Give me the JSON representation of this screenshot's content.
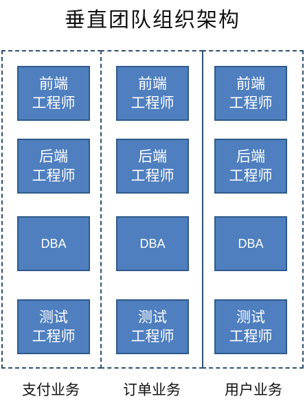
{
  "title": "垂直团队组织架构",
  "colors": {
    "box_fill": "#4f7fbf",
    "box_border": "#2f5a8a",
    "frame_border": "#2d4f73",
    "text": "#111111"
  },
  "teams": [
    {
      "label": "支付业务",
      "roles": [
        "前端\n工程师",
        "后端\n工程师",
        "DBA",
        "测试\n工程师"
      ]
    },
    {
      "label": "订单业务",
      "roles": [
        "前端\n工程师",
        "后端\n工程师",
        "DBA",
        "测试\n工程师"
      ]
    },
    {
      "label": "用户业务",
      "roles": [
        "前端\n工程师",
        "后端\n工程师",
        "DBA",
        "测试\n工程师"
      ]
    }
  ]
}
